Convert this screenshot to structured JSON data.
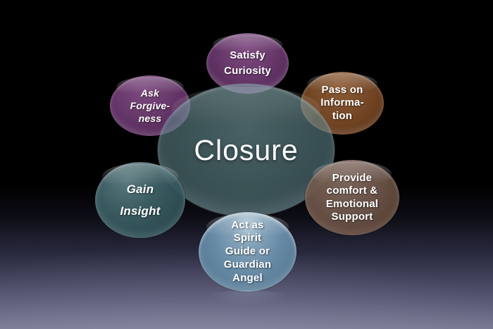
{
  "diagram": {
    "title_concept": "Closure",
    "center": {
      "label": "Closure",
      "color": "#3c5b5f"
    },
    "nodes": [
      {
        "id": "satisfy-curiosity",
        "label": "Satisfy\nCuriosity",
        "color": "#6b3b6e",
        "position": "top"
      },
      {
        "id": "pass-on-information",
        "label": "Pass on\nInforma-\ntion",
        "color": "#774a28",
        "position": "upper-right"
      },
      {
        "id": "provide-comfort",
        "label": "Provide\ncomfort &\nEmotional\nSupport",
        "color": "#6e564a",
        "position": "lower-right"
      },
      {
        "id": "act-as-spirit-guide",
        "label": "Act as\nSpirit\nGuide or\nGuardian\nAngel",
        "color": "#6689a4",
        "position": "bottom"
      },
      {
        "id": "gain-insight",
        "label": "Gain\nInsight",
        "color": "#2f5157",
        "position": "lower-left"
      },
      {
        "id": "ask-forgiveness",
        "label": "Ask\nForgive-\nness",
        "color": "#693a6c",
        "position": "upper-left"
      }
    ],
    "background": {
      "top_color": "#000000",
      "bottom_color": "#787892"
    },
    "text_color": "#ffffff"
  }
}
